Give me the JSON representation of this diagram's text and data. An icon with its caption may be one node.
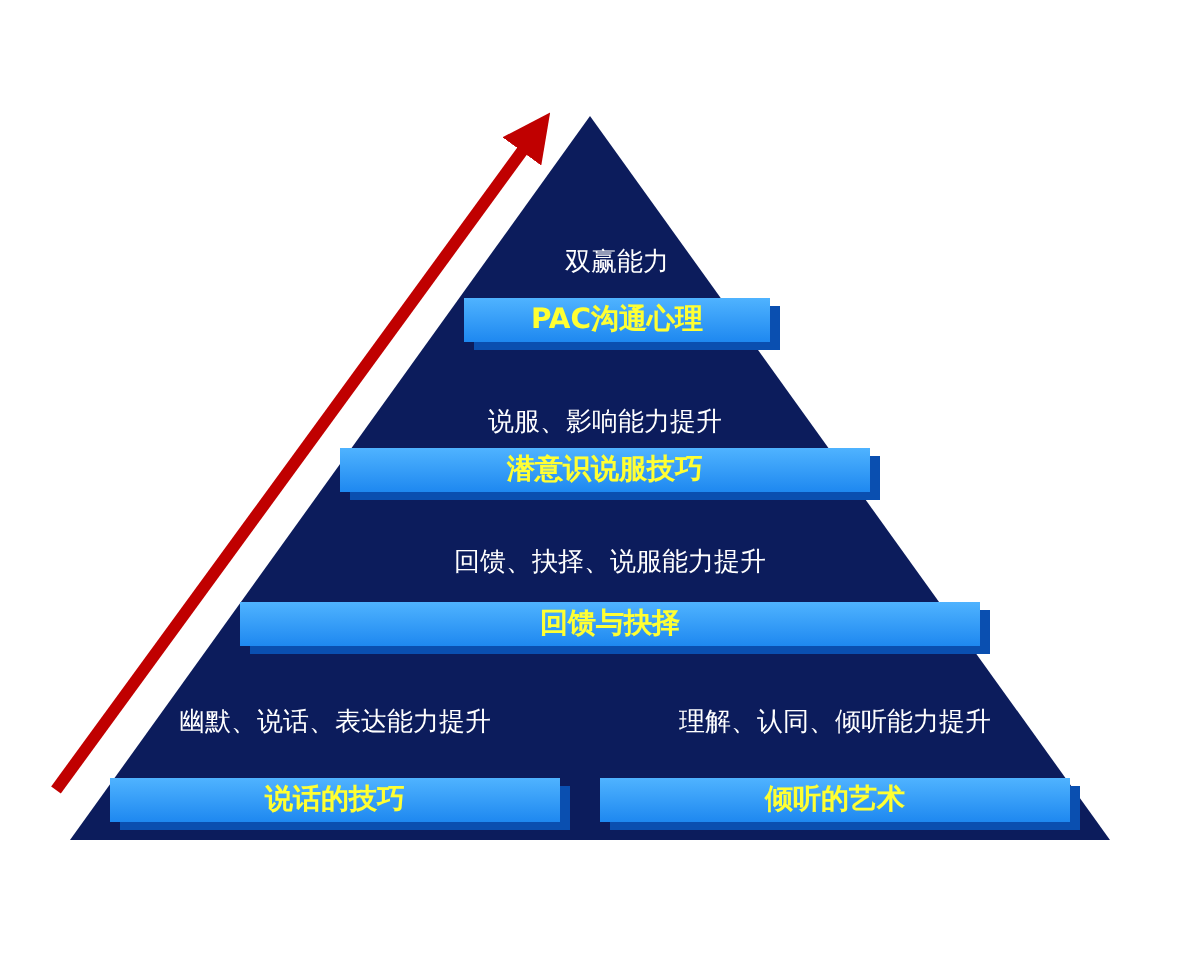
{
  "diagram": {
    "nodes": [
      {
        "text": [],
        "shape": "triangle"
      },
      {
        "text": [
          "双赢能力",
          "PAC沟通心理"
        ],
        "in": 0
      },
      {
        "text": [
          "说服、影响能力提升",
          "潜意识说服技巧"
        ],
        "in": 0
      },
      {
        "text": [
          "回馈、抉择、说服能力提升",
          "回馈与抉择"
        ],
        "in": 0
      },
      {
        "text": [
          "幽默、说话、表达能力提升",
          "说话的技巧"
        ],
        "in": 0
      },
      {
        "text": [
          "理解、认同、倾听能力提升",
          "倾听的艺术"
        ],
        "in": 0
      }
    ]
  }
}
